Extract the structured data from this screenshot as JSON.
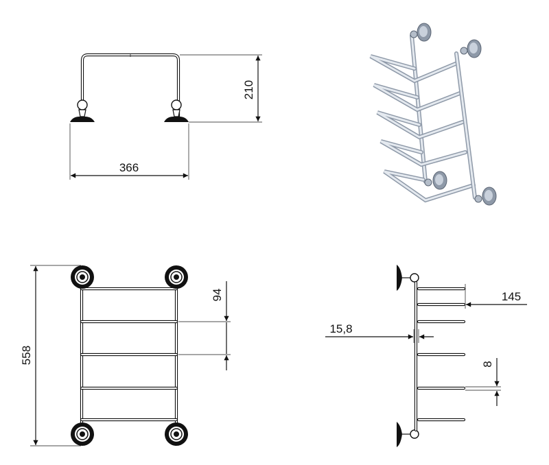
{
  "views": {
    "front": {
      "width_label": "366",
      "height_label": "210"
    },
    "elevation": {
      "height_label": "558",
      "spacing_label": "94"
    },
    "side": {
      "depth_label": "145",
      "tube_label": "15,8",
      "wire_label": "8"
    }
  },
  "colors": {
    "line": "#111111",
    "render_steel": "#8e99a8",
    "render_highlight": "#e4e9ef"
  },
  "icons": {
    "arrowhead": "filled-triangle"
  }
}
